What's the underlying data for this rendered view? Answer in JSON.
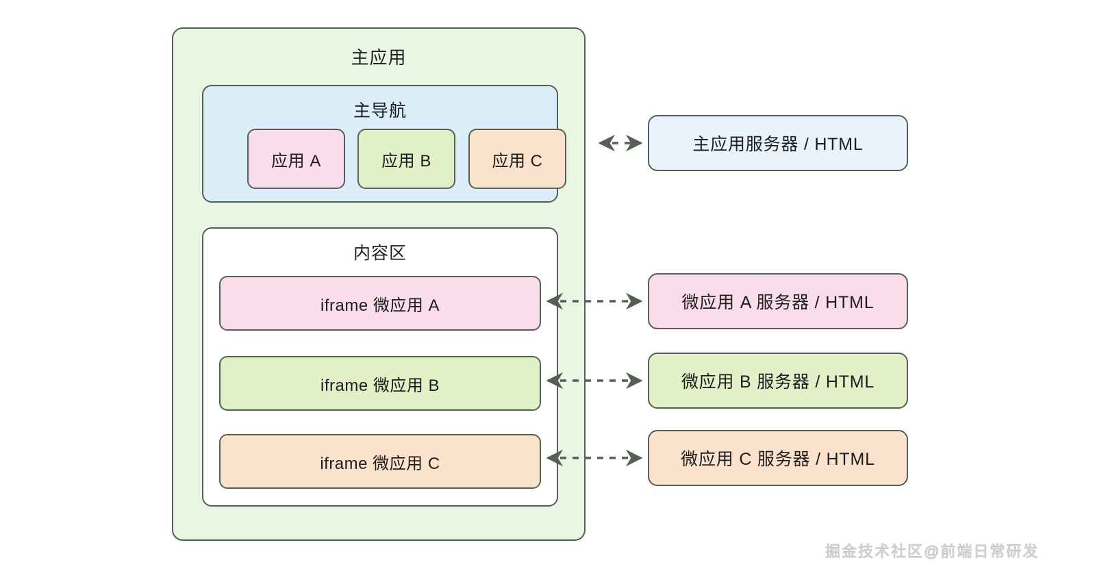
{
  "diagram": {
    "title": "主应用",
    "main_app": {
      "label": "主应用",
      "background_color": "#e8f6e3",
      "border_color": "#555f55"
    },
    "main_nav": {
      "label": "主导航",
      "background_color": "#ddeefb",
      "apps": [
        {
          "label": "应用 A",
          "color": "#fadcea"
        },
        {
          "label": "应用 B",
          "color": "#e2f0c8"
        },
        {
          "label": "应用 C",
          "color": "#fbe2cd"
        }
      ]
    },
    "content_area": {
      "label": "内容区",
      "background_color": "#ffffff",
      "iframes": [
        {
          "label": "iframe 微应用 A",
          "color": "#fadcea"
        },
        {
          "label": "iframe 微应用 B",
          "color": "#e2f0c8"
        },
        {
          "label": "iframe 微应用 C",
          "color": "#fbe2cd"
        }
      ]
    },
    "servers": [
      {
        "label": "主应用服务器 / HTML",
        "color": "#e8f3fb"
      },
      {
        "label": "微应用 A 服务器 / HTML",
        "color": "#fadcea"
      },
      {
        "label": "微应用 B 服务器 / HTML",
        "color": "#e2f0c8"
      },
      {
        "label": "微应用 C 服务器 / HTML",
        "color": "#fbe2cd"
      }
    ],
    "connectors": {
      "style": "dashed-bidirectional",
      "color": "#555f55",
      "count": 4
    },
    "watermark": "掘金技术社区@前端日常研发"
  }
}
